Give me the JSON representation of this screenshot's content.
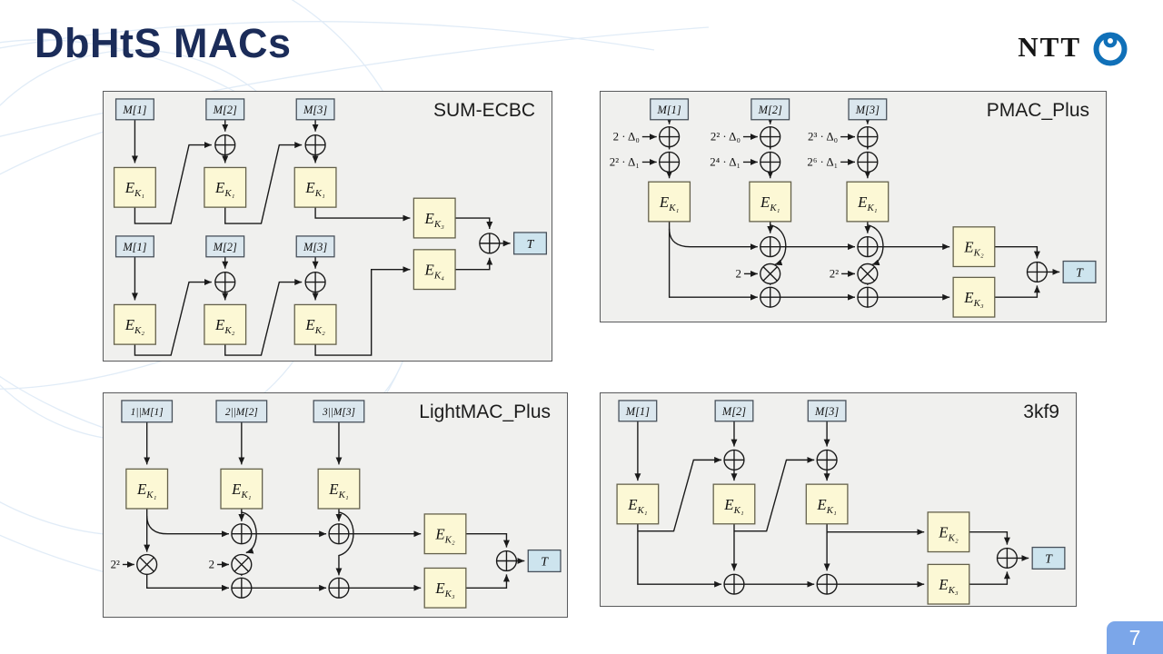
{
  "page": {
    "title": "DbHtS MACs",
    "page_number": "7"
  },
  "logo": {
    "text": "NTT"
  },
  "symbols": {
    "cipher_letter": "E"
  },
  "diagrams": {
    "sum_ecbc": {
      "title": "SUM-ECBC",
      "messages_top": [
        "M[1]",
        "M[2]",
        "M[3]"
      ],
      "messages_bottom": [
        "M[1]",
        "M[2]",
        "M[3]"
      ],
      "keys_top": [
        "K₁",
        "K₁",
        "K₁"
      ],
      "keys_bottom": [
        "K₂",
        "K₂",
        "K₂"
      ],
      "key_final_top": "K₃",
      "key_final_bottom": "K₄",
      "tag": "T"
    },
    "pmac_plus": {
      "title": "PMAC_Plus",
      "messages": [
        "M[1]",
        "M[2]",
        "M[3]"
      ],
      "masks": [
        [
          "2 · Δ₀",
          "2² · Δ₁"
        ],
        [
          "2² · Δ₀",
          "2⁴ · Δ₁"
        ],
        [
          "2³ · Δ₀",
          "2⁶ · Δ₁"
        ]
      ],
      "keys": [
        "K₁",
        "K₁",
        "K₁"
      ],
      "multipliers": [
        "2",
        "2²"
      ],
      "key_upper": "K₂",
      "key_lower": "K₃",
      "tag": "T"
    },
    "lightmac_plus": {
      "title": "LightMAC_Plus",
      "messages": [
        "1||M[1]",
        "2||M[2]",
        "3||M[3]"
      ],
      "keys": [
        "K₁",
        "K₁",
        "K₁"
      ],
      "multipliers": [
        "2²",
        "2"
      ],
      "key_upper": "K₂",
      "key_lower": "K₃",
      "tag": "T"
    },
    "threekf9": {
      "title": "3kf9",
      "messages": [
        "M[1]",
        "M[2]",
        "M[3]"
      ],
      "keys": [
        "K₁",
        "K₁",
        "K₁"
      ],
      "key_upper": "K₂",
      "key_lower": "K₃",
      "tag": "T"
    }
  }
}
